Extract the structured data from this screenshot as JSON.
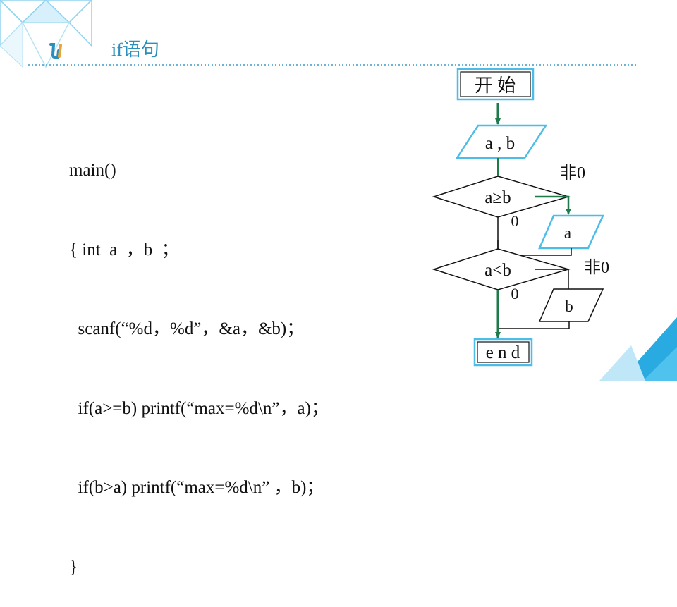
{
  "slide": {
    "title": "if语句"
  },
  "code": {
    "lines": [
      "main()",
      "{ int  a  ，b  ；",
      "  scanf(“%d，%d”，&a，&b)；",
      "  if(a>=b) printf(“max=%d\\n”，a)；",
      "  if(b>a) printf(“max=%d\\n” ，b)；",
      "}"
    ]
  },
  "flowchart": {
    "start": "开  始",
    "input": "a , b",
    "decision1": "a≥b",
    "decision1_yes": "0",
    "decision1_no": "非0",
    "output1": "a",
    "decision2": "a<b",
    "decision2_yes": "0",
    "decision2_no": "非0",
    "output2": "b",
    "end": "e n d"
  },
  "colors": {
    "title": "#2a8fbd",
    "decor_cyan": "#29abe2",
    "separator": "#6db3d6",
    "arrow_green": "#1f7a4a",
    "box_border": "#4dbde8"
  }
}
